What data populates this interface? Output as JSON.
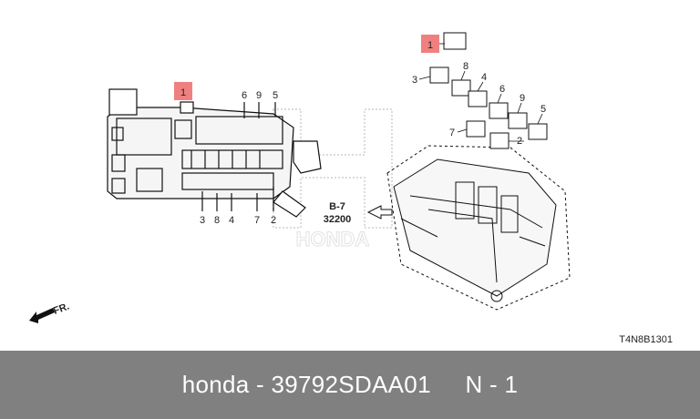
{
  "diagram": {
    "callouts": {
      "box_1": "1",
      "relay_1": "1",
      "top_6": "6",
      "top_9": "9",
      "top_5": "5",
      "bot_3": "3",
      "bot_8": "8",
      "bot_4": "4",
      "bot_7": "7",
      "bot_2": "2",
      "r_3": "3",
      "r_8": "8",
      "r_4": "4",
      "r_6": "6",
      "r_9": "9",
      "r_5": "5",
      "r_7": "7",
      "r_2": "2"
    },
    "ref_section": "B-7",
    "ref_number": "32200",
    "front_label": "FR.",
    "drawing_code": "T4N8B1301",
    "watermark": "HONDA"
  },
  "footer": {
    "text": "honda - 39792SDAA01     N - 1"
  }
}
